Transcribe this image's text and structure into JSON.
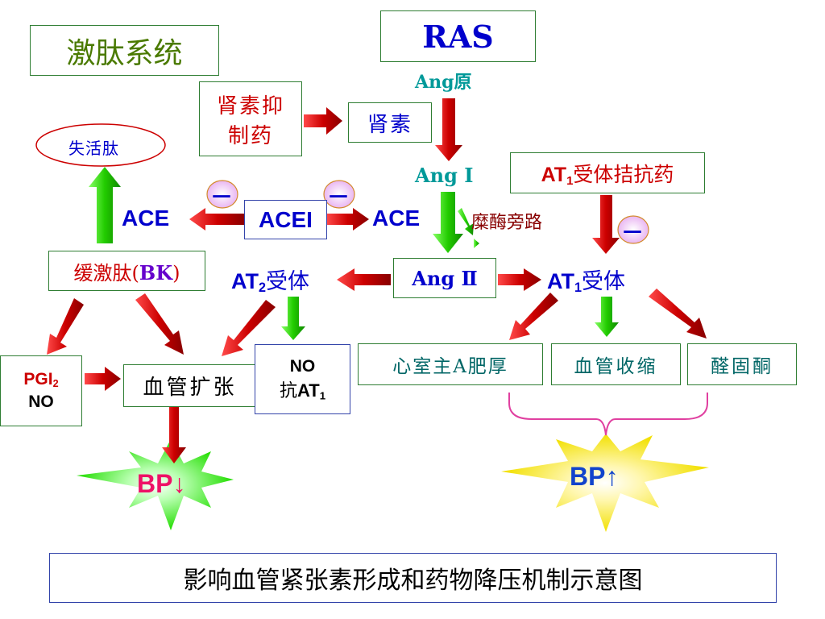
{
  "title_box": "激肽系统",
  "ras": "RAS",
  "ang_precursor": "Ang原",
  "renin_inhibitor": [
    "肾素抑",
    "制药"
  ],
  "renin": "肾素",
  "inactive_peptide": "失活肽",
  "ang1": "Ang Ⅰ",
  "at1_antagonist": {
    "prefix": "AT",
    "sub": "1",
    "suffix": "受体拮抗药"
  },
  "minus_sign": "—",
  "ace_left": "ACE",
  "acei": "ACEI",
  "ace_right": "ACE",
  "chymase_path": "糜酶旁路",
  "bradykinin": {
    "text": "缓激肽(",
    "bk": "BK",
    "close": ")"
  },
  "at2_receptor": {
    "prefix": "AT",
    "sub": "2",
    "suffix": "受体"
  },
  "ang2": "Ang Ⅱ",
  "at1_receptor": {
    "prefix": "AT",
    "sub": "1",
    "suffix": "受体"
  },
  "pgi2_no": {
    "pgi": "PGI",
    "sub": "2",
    "no": "NO"
  },
  "vasodilation": "血管扩张",
  "no_anti_at1": {
    "no": "NO",
    "anti": "抗",
    "at": "AT",
    "sub": "1"
  },
  "lvh": "心室主A肥厚",
  "vasoconstriction": "血管收缩",
  "aldosterone": "醛固酮",
  "bp_down": "BP↓",
  "bp_up": "BP↑",
  "caption": "影响血管紧张素形成和药物降压机制示意图",
  "colors": {
    "red_arrow": "#cc0000",
    "green_arrow": "#22cc00",
    "box_border": "#2e7d32",
    "blue_text": "#0000cc",
    "red_text": "#cc0000",
    "teal_text": "#009999",
    "magenta": "#e040a0"
  }
}
